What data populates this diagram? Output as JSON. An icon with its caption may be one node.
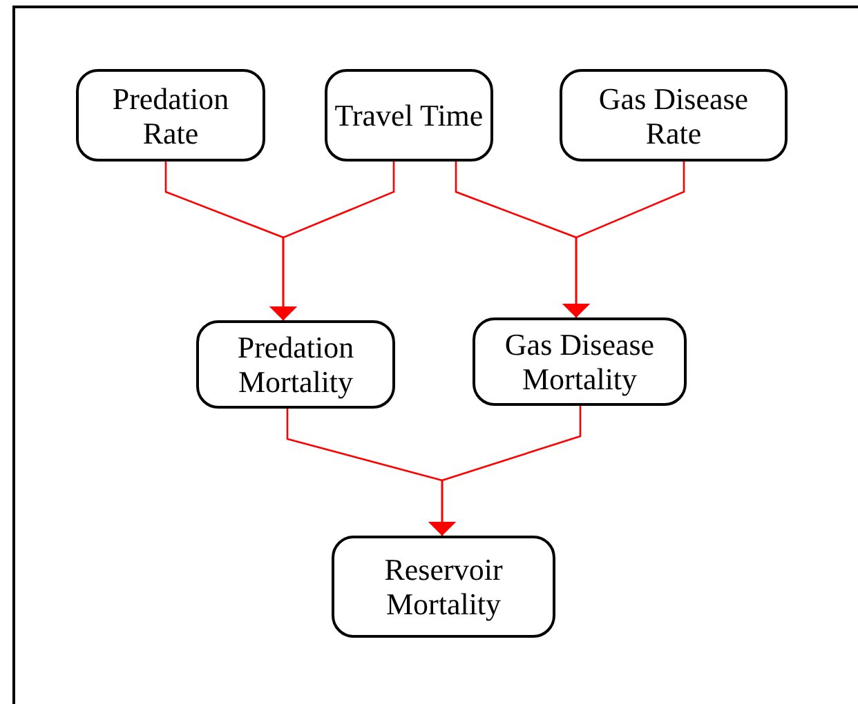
{
  "diagram": {
    "nodes": [
      {
        "text": [
          "Predation Rate"
        ]
      },
      {
        "text": [
          "Travel Time"
        ]
      },
      {
        "text": [
          "Gas Disease Rate"
        ]
      },
      {
        "text": [
          "Predation Mortality"
        ]
      },
      {
        "text": [
          "Gas Disease Mortality"
        ]
      },
      {
        "text": [
          "Reservoir Mortality"
        ]
      }
    ],
    "edges": [
      {
        "from": 0,
        "to": 3,
        "arrow": "to"
      },
      {
        "from": 1,
        "to": 3,
        "arrow": "to"
      },
      {
        "from": 1,
        "to": 4,
        "arrow": "to"
      },
      {
        "from": 2,
        "to": 4,
        "arrow": "to"
      },
      {
        "from": 3,
        "to": 5,
        "arrow": "to"
      },
      {
        "from": 4,
        "to": 5,
        "arrow": "to"
      }
    ]
  }
}
